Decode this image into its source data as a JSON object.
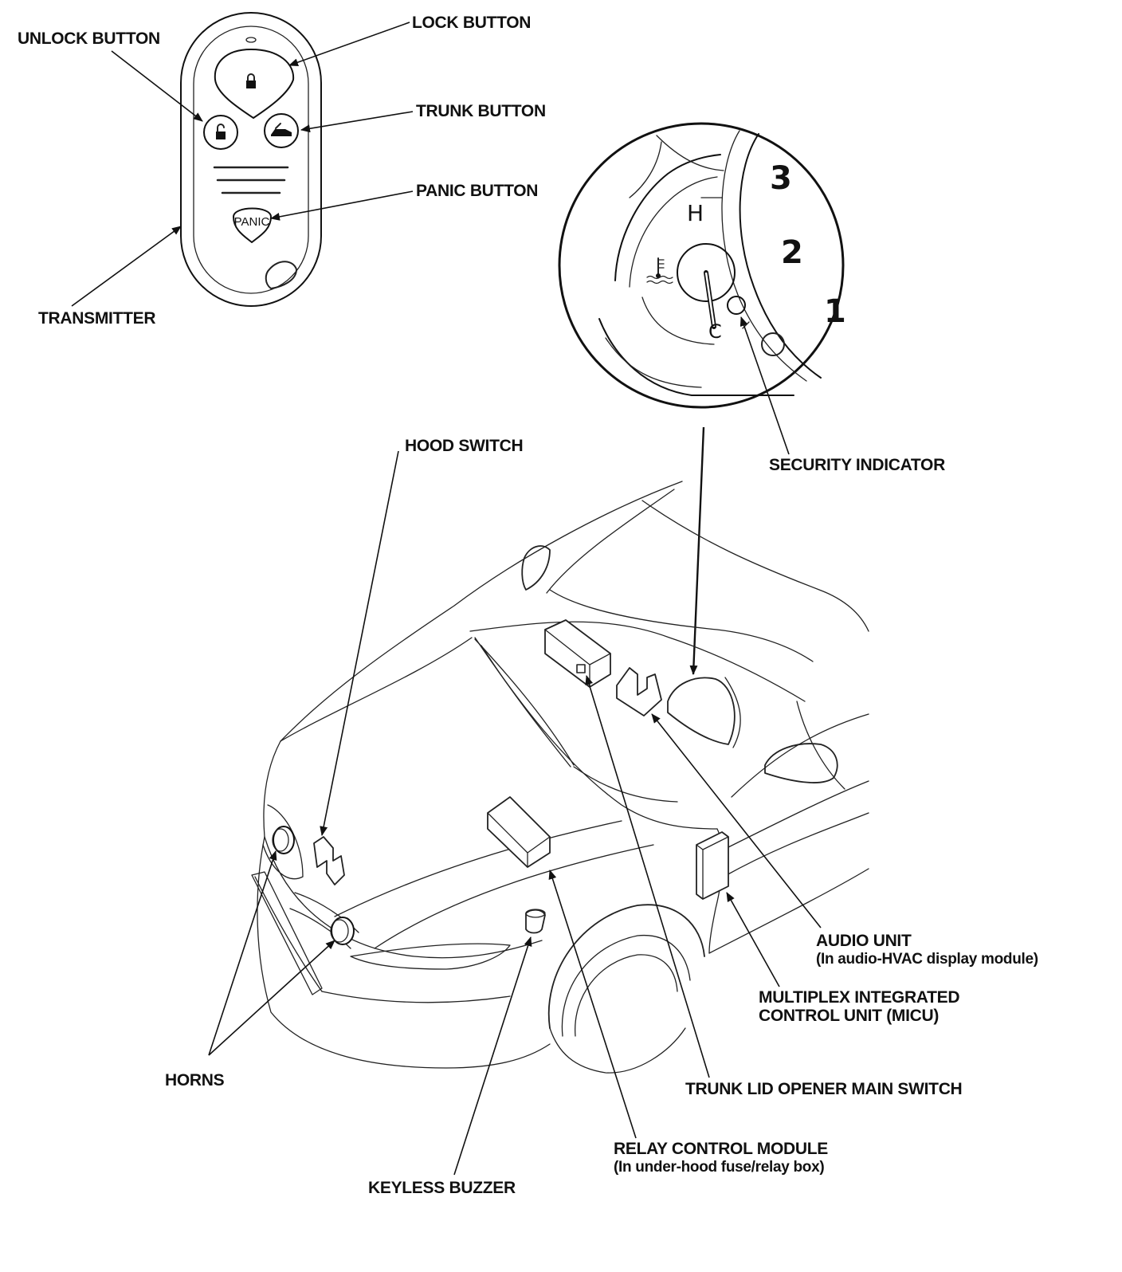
{
  "diagram": {
    "labels": {
      "unlock_button": "UNLOCK BUTTON",
      "lock_button": "LOCK BUTTON",
      "trunk_button": "TRUNK BUTTON",
      "panic_button": "PANIC BUTTON",
      "transmitter": "TRANSMITTER",
      "hood_switch": "HOOD SWITCH",
      "security_indicator": "SECURITY INDICATOR",
      "audio_unit_line1": "AUDIO UNIT",
      "audio_unit_line2": "(In audio-HVAC display module)",
      "micu_line1": "MULTIPLEX INTEGRATED",
      "micu_line2": "CONTROL UNIT (MICU)",
      "horns": "HORNS",
      "trunk_lid_opener": "TRUNK LID OPENER MAIN SWITCH",
      "relay_line1": "RELAY CONTROL MODULE",
      "relay_line2": "(In under-hood fuse/relay box)",
      "keyless_buzzer": "KEYLESS BUZZER"
    },
    "remote": {
      "panic_key_text": "PANIC"
    },
    "gauge": {
      "num_3": "3",
      "num_2": "2",
      "num_1": "1",
      "hot_mark": "H",
      "cold_mark": "C"
    },
    "icons": [
      "lock-icon",
      "unlock-icon",
      "trunk-icon",
      "coolant-temp-icon"
    ]
  }
}
